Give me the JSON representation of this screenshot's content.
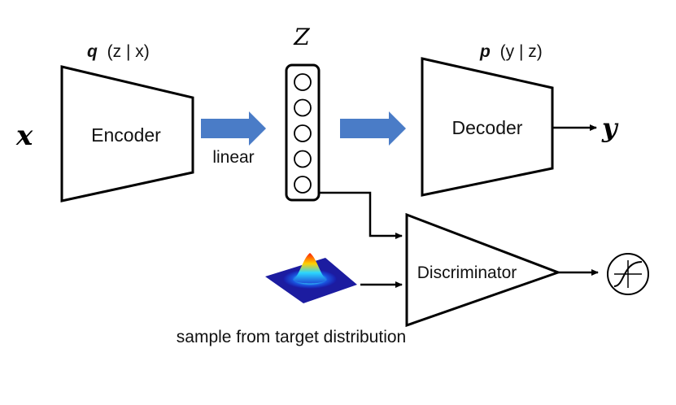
{
  "input": {
    "symbol": "x"
  },
  "encoder": {
    "dist_var": "q",
    "dist_args": "(z | x)",
    "label": "Encoder"
  },
  "latent": {
    "symbol": "Z",
    "units": 5,
    "arrow_label": "linear"
  },
  "decoder": {
    "dist_var": "p",
    "dist_args": "(y | z)",
    "label": "Decoder"
  },
  "output": {
    "symbol": "y"
  },
  "discriminator": {
    "label": "Discriminator",
    "output_icon": "sigmoid-icon"
  },
  "prior": {
    "icon": "gaussian-surface-icon",
    "caption": "sample from target distribution"
  },
  "colors": {
    "arrow_blue": "#4a7cc7",
    "stroke": "#000000"
  }
}
